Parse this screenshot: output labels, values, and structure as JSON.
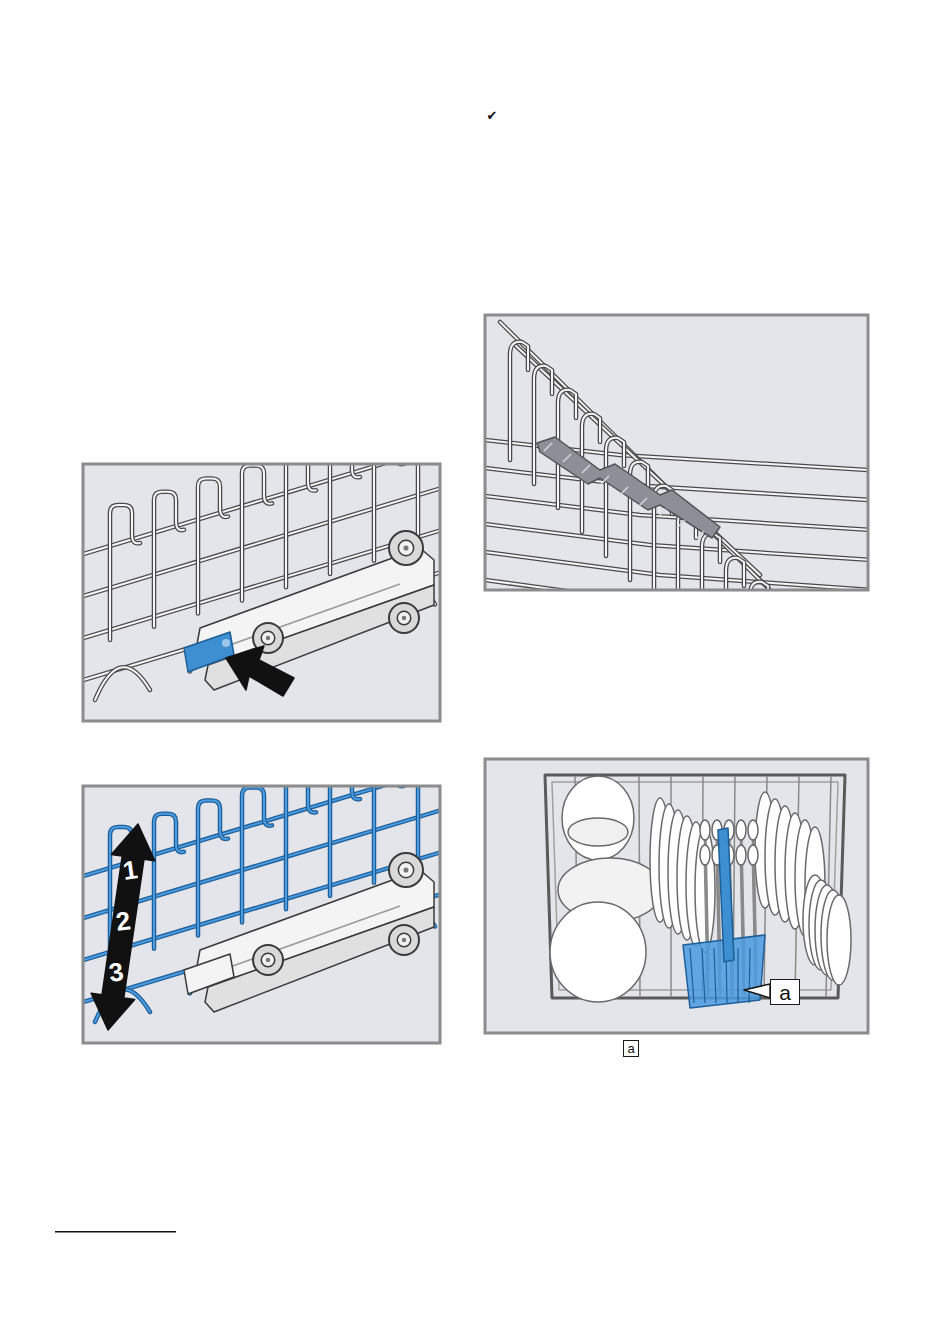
{
  "diagram": {
    "nodes": [
      {
        "text": [
          "a"
        ]
      },
      {
        "text": [
          "a"
        ]
      }
    ],
    "labels": [
      "✔",
      "1",
      "2",
      "3"
    ]
  }
}
